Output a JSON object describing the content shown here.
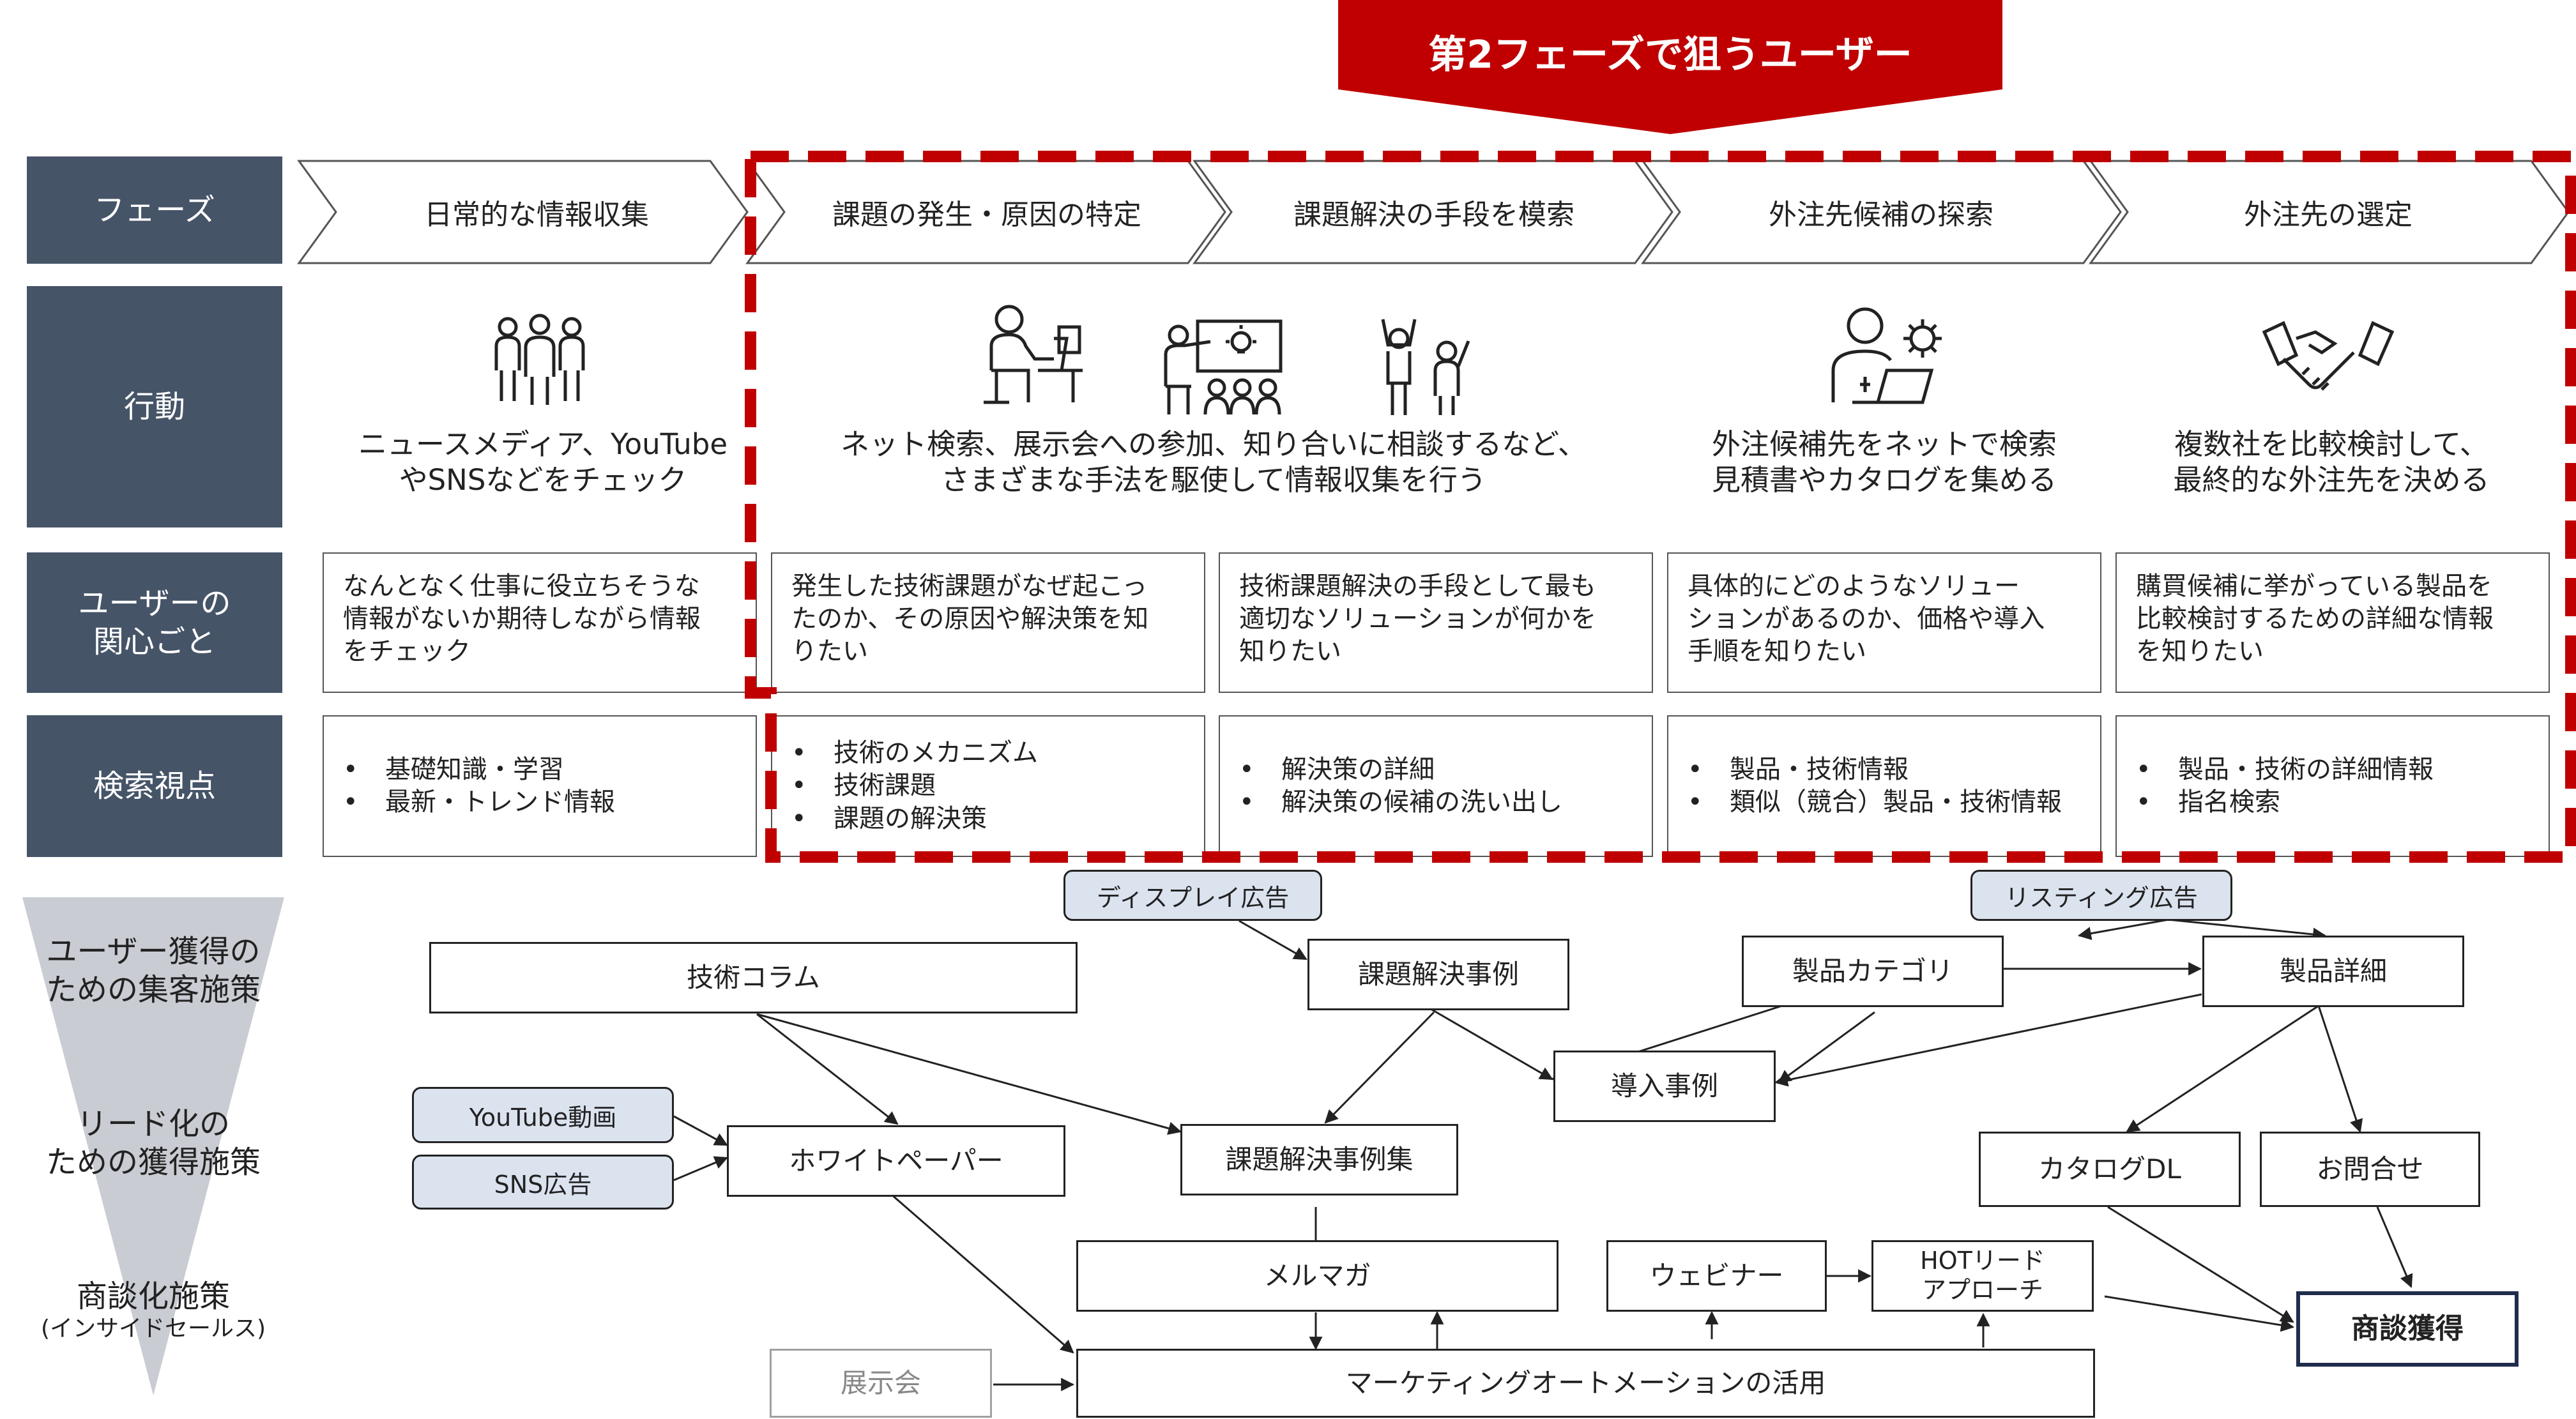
{
  "banner": {
    "text": "第2フェーズで狙うユーザー",
    "color": "#c00000"
  },
  "row_labels": {
    "phase": "フェーズ",
    "action": "行動",
    "interest": "ユーザーの\n関心ごと",
    "search": "検索視点"
  },
  "phases": [
    "日常的な情報収集",
    "課題の発生・原因の特定",
    "課題解決の手段を模索",
    "外注先候補の探索",
    "外注先の選定"
  ],
  "actions": [
    "ニュースメディア、YouTube\nやSNSなどをチェック",
    "ネット検索、展示会への参加、知り合いに相談するなど、\nさまざまな手法を駆使して情報収集を行う",
    "外注候補先をネットで検索\n見積書やカタログを集める",
    "複数社を比較検討して、\n最終的な外注先を決める"
  ],
  "action_icons": [
    "group-people-icon",
    "desk-worker-icon",
    "presentation-audience-icon",
    "raising-hands-icon",
    "person-gear-laptop-icon",
    "handshake-icon"
  ],
  "interests": [
    "なんとなく仕事に役立ちそうな\n情報がないか期待しながら情報\nをチェック",
    "発生した技術課題がなぜ起こっ\nたのか、その原因や解決策を知\nりたい",
    "技術課題解決の手段として最も\n適切なソリューションが何かを\n知りたい",
    "具体的にどのようなソリュー\nションがあるのか、価格や導入\n手順を知りたい",
    "購買候補に挙がっている製品を\n比較検討するための詳細な情報\nを知りたい"
  ],
  "search_views": [
    [
      "基礎知識・学習",
      "最新・トレンド情報"
    ],
    [
      "技術のメカニズム",
      "技術課題",
      "課題の解決策"
    ],
    [
      "解決策の詳細",
      "解決策の候補の洗い出し"
    ],
    [
      "製品・技術情報",
      "類似（競合）製品・技術情報"
    ],
    [
      "製品・技術の詳細情報",
      "指名検索"
    ]
  ],
  "funnel": {
    "stage1": "ユーザー獲得の\nための集客施策",
    "stage2": "リード化の\nための獲得施策",
    "stage3": "商談化施策",
    "stage3_sub": "(インサイドセールス)"
  },
  "nodes": {
    "display_ad": "ディスプレイ広告",
    "listing_ad": "リスティング広告",
    "tech_column": "技術コラム",
    "case_study": "課題解決事例",
    "product_category": "製品カテゴリ",
    "product_detail": "製品詳細",
    "intro_case": "導入事例",
    "youtube": "YouTube動画",
    "sns_ad": "SNS広告",
    "whitepaper": "ホワイトペーパー",
    "case_collection": "課題解決事例集",
    "catalog_dl": "カタログDL",
    "inquiry": "お問合せ",
    "mail_magazine": "メルマガ",
    "webinar": "ウェビナー",
    "hot_lead": "HOTリード\nアプローチ",
    "deal": "商談獲得",
    "exhibition": "展示会",
    "ma": "マーケティングオートメーションの活用"
  },
  "colors": {
    "label_bg": "#465468",
    "tag_bg": "#dbe3ef",
    "dash": "#c00000",
    "funnel": "#c9ccd2"
  }
}
